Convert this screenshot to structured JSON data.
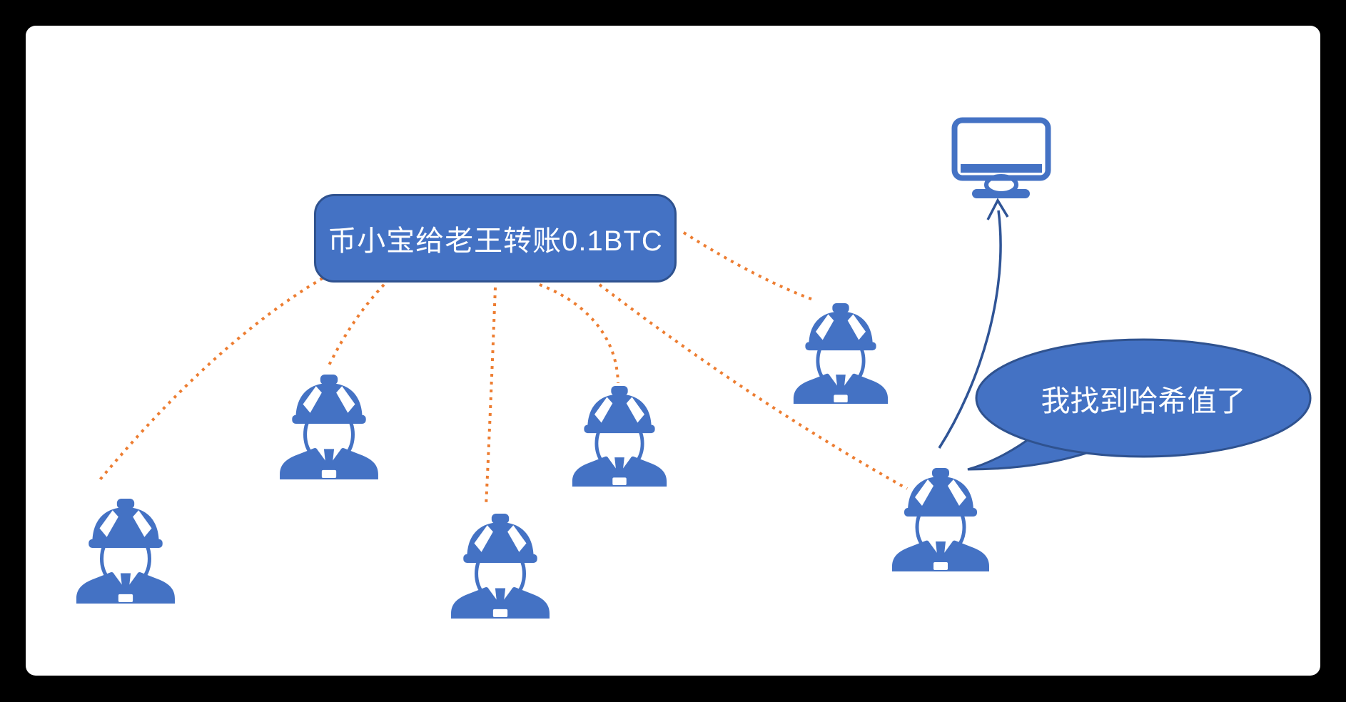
{
  "frame": {
    "background": "#000000"
  },
  "canvas": {
    "background": "#FFFFFF"
  },
  "transaction_box": {
    "label": "币小宝给老王转账0.1BTC",
    "fill": "#4472C4",
    "border_color": "#2F528F",
    "text_color": "#FFFFFF"
  },
  "speech_bubble": {
    "label": "我找到哈希值了",
    "fill": "#4472C4",
    "border_color": "#2F528F",
    "text_color": "#FFFFFF"
  },
  "network": {
    "miner_count": 6,
    "miners": [
      {
        "id": "miner-1"
      },
      {
        "id": "miner-2"
      },
      {
        "id": "miner-3"
      },
      {
        "id": "miner-4"
      },
      {
        "id": "miner-5"
      },
      {
        "id": "miner-6-hash-finder"
      }
    ],
    "computer": {
      "id": "computer-monitor"
    },
    "broadcast_line_count": 6
  },
  "colors": {
    "node_blue": "#4472C4",
    "dark_outline_blue": "#2F528F",
    "broadcast_orange": "#ED7D31",
    "hash_arrow_blue": "#2F5496"
  }
}
